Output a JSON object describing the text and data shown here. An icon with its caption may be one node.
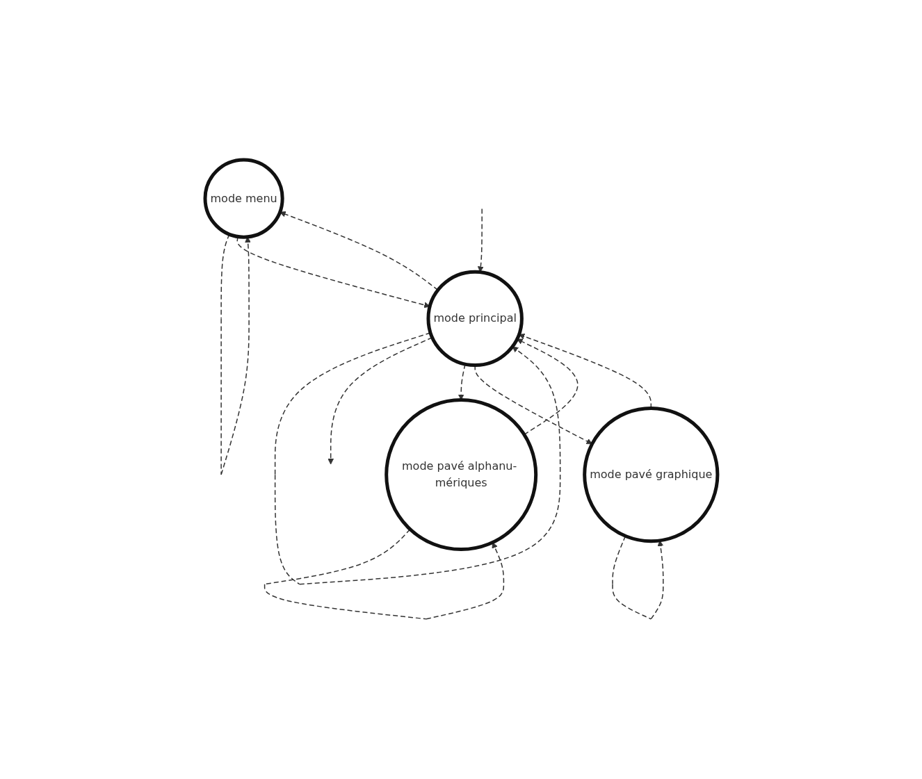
{
  "diagram": {
    "nodes": [
      {
        "text": [
          "mode menu"
        ]
      },
      {
        "text": [
          "mode principal"
        ]
      },
      {
        "text": [
          "mode pavé alphanu- mériques"
        ]
      },
      {
        "text": [
          "mode pavé graphique"
        ]
      }
    ],
    "edges": [
      {
        "from": 0,
        "to": 0,
        "arrow": "to"
      },
      {
        "from": 1,
        "to": 0,
        "arrow": "to"
      },
      {
        "from": 0,
        "to": 1,
        "arrow": "to"
      },
      {
        "from": 1,
        "to": 1,
        "arrow": "to"
      },
      {
        "from": 1,
        "to": null,
        "arrow": "to"
      },
      {
        "from": null,
        "to": 1,
        "arrow": "to"
      },
      {
        "from": 2,
        "to": 1,
        "arrow": "to"
      },
      {
        "from": 1,
        "to": 2,
        "arrow": "to"
      },
      {
        "from": 2,
        "to": 2,
        "arrow": "to"
      },
      {
        "from": 1,
        "to": 3,
        "arrow": "to"
      },
      {
        "from": 3,
        "to": 1,
        "arrow": "to"
      },
      {
        "from": 3,
        "to": 3,
        "arrow": "to"
      }
    ]
  }
}
